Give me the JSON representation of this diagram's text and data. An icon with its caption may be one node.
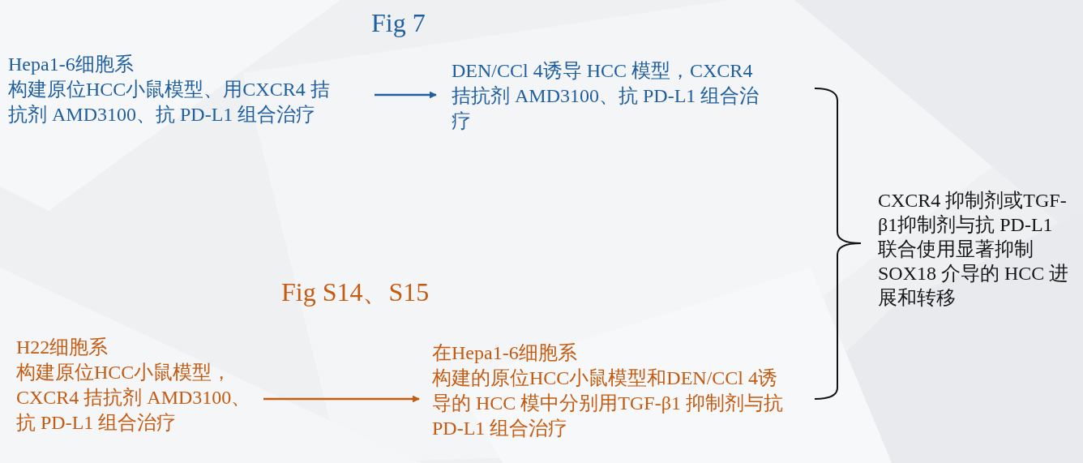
{
  "diagram": {
    "nodes": [
      {
        "text": [
          "Hepa1-6细胞系",
          "构建原位HCC小鼠模型、用CXCR4 拮抗剂 AMD3100、抗 PD-L1 组合治疗"
        ]
      },
      {
        "text": [
          "DEN/CCl 4诱导 HCC 模型，CXCR4 拮抗剂 AMD3100、抗 PD-L1 组合治疗"
        ]
      },
      {
        "text": [
          "CXCR4 抑制剂或TGF-β1抑制剂与抗 PD-L1 联合使用显著抑制 SOX18 介导的 HCC 进展和转移"
        ]
      },
      {
        "text": [
          "H22细胞系",
          "构建原位HCC小鼠模型，CXCR4 拮抗剂 AMD3100、抗 PD-L1 组合治疗"
        ]
      },
      {
        "text": [
          "在Hepa1-6细胞系",
          "构建的原位HCC小鼠模型和DEN/CCl 4诱导的 HCC 模中分别用TGF-β1 抑制剂与抗 PD-L1 组合治疗"
        ]
      }
    ],
    "edges": [
      {
        "from": 0,
        "to": 1,
        "arrow": "to",
        "color": "#1f5fa0"
      },
      {
        "from": 3,
        "to": 4,
        "arrow": "to",
        "color": "#c55a11"
      }
    ],
    "labels": [
      "Fig 7",
      "Fig S14、S15"
    ]
  }
}
